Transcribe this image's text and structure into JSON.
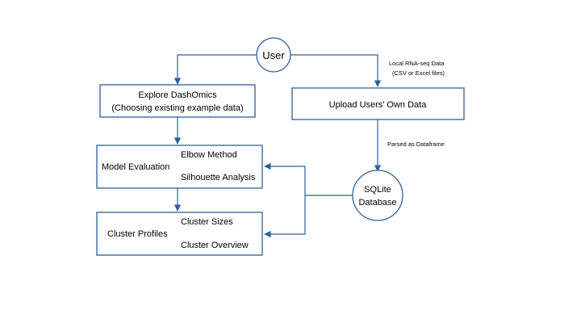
{
  "nodes": {
    "user": "User",
    "explore_line1": "Explore DashOmics",
    "explore_line2": "(Choosing existing example data)",
    "upload": "Upload Users’ Own Data",
    "model_evaluation": "Model Evaluation",
    "elbow_method": "Elbow Method",
    "silhouette_analysis": "Silhouette Analysis",
    "cluster_profiles": "Cluster Profiles",
    "cluster_sizes": "Cluster Sizes",
    "cluster_overview": "Cluster Overview",
    "sqlite_line1": "SQLite",
    "sqlite_line2": "Database"
  },
  "edge_labels": {
    "local_data_line1": "Local RNA-seq Data",
    "local_data_line2": "(CSV or Excel files)",
    "parsed": "Parsed as Dataframe"
  },
  "colors": {
    "stroke": "#2e5f99",
    "text": "#000000"
  }
}
